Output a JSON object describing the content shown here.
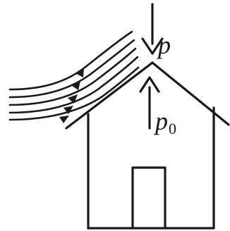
{
  "labels": {
    "top_pressure": "p",
    "inside_pressure_base": "p",
    "inside_pressure_subscript": "0"
  },
  "colors": {
    "ink": "#1a1a1a",
    "background": "#ffffff"
  },
  "streamline_count": 5
}
